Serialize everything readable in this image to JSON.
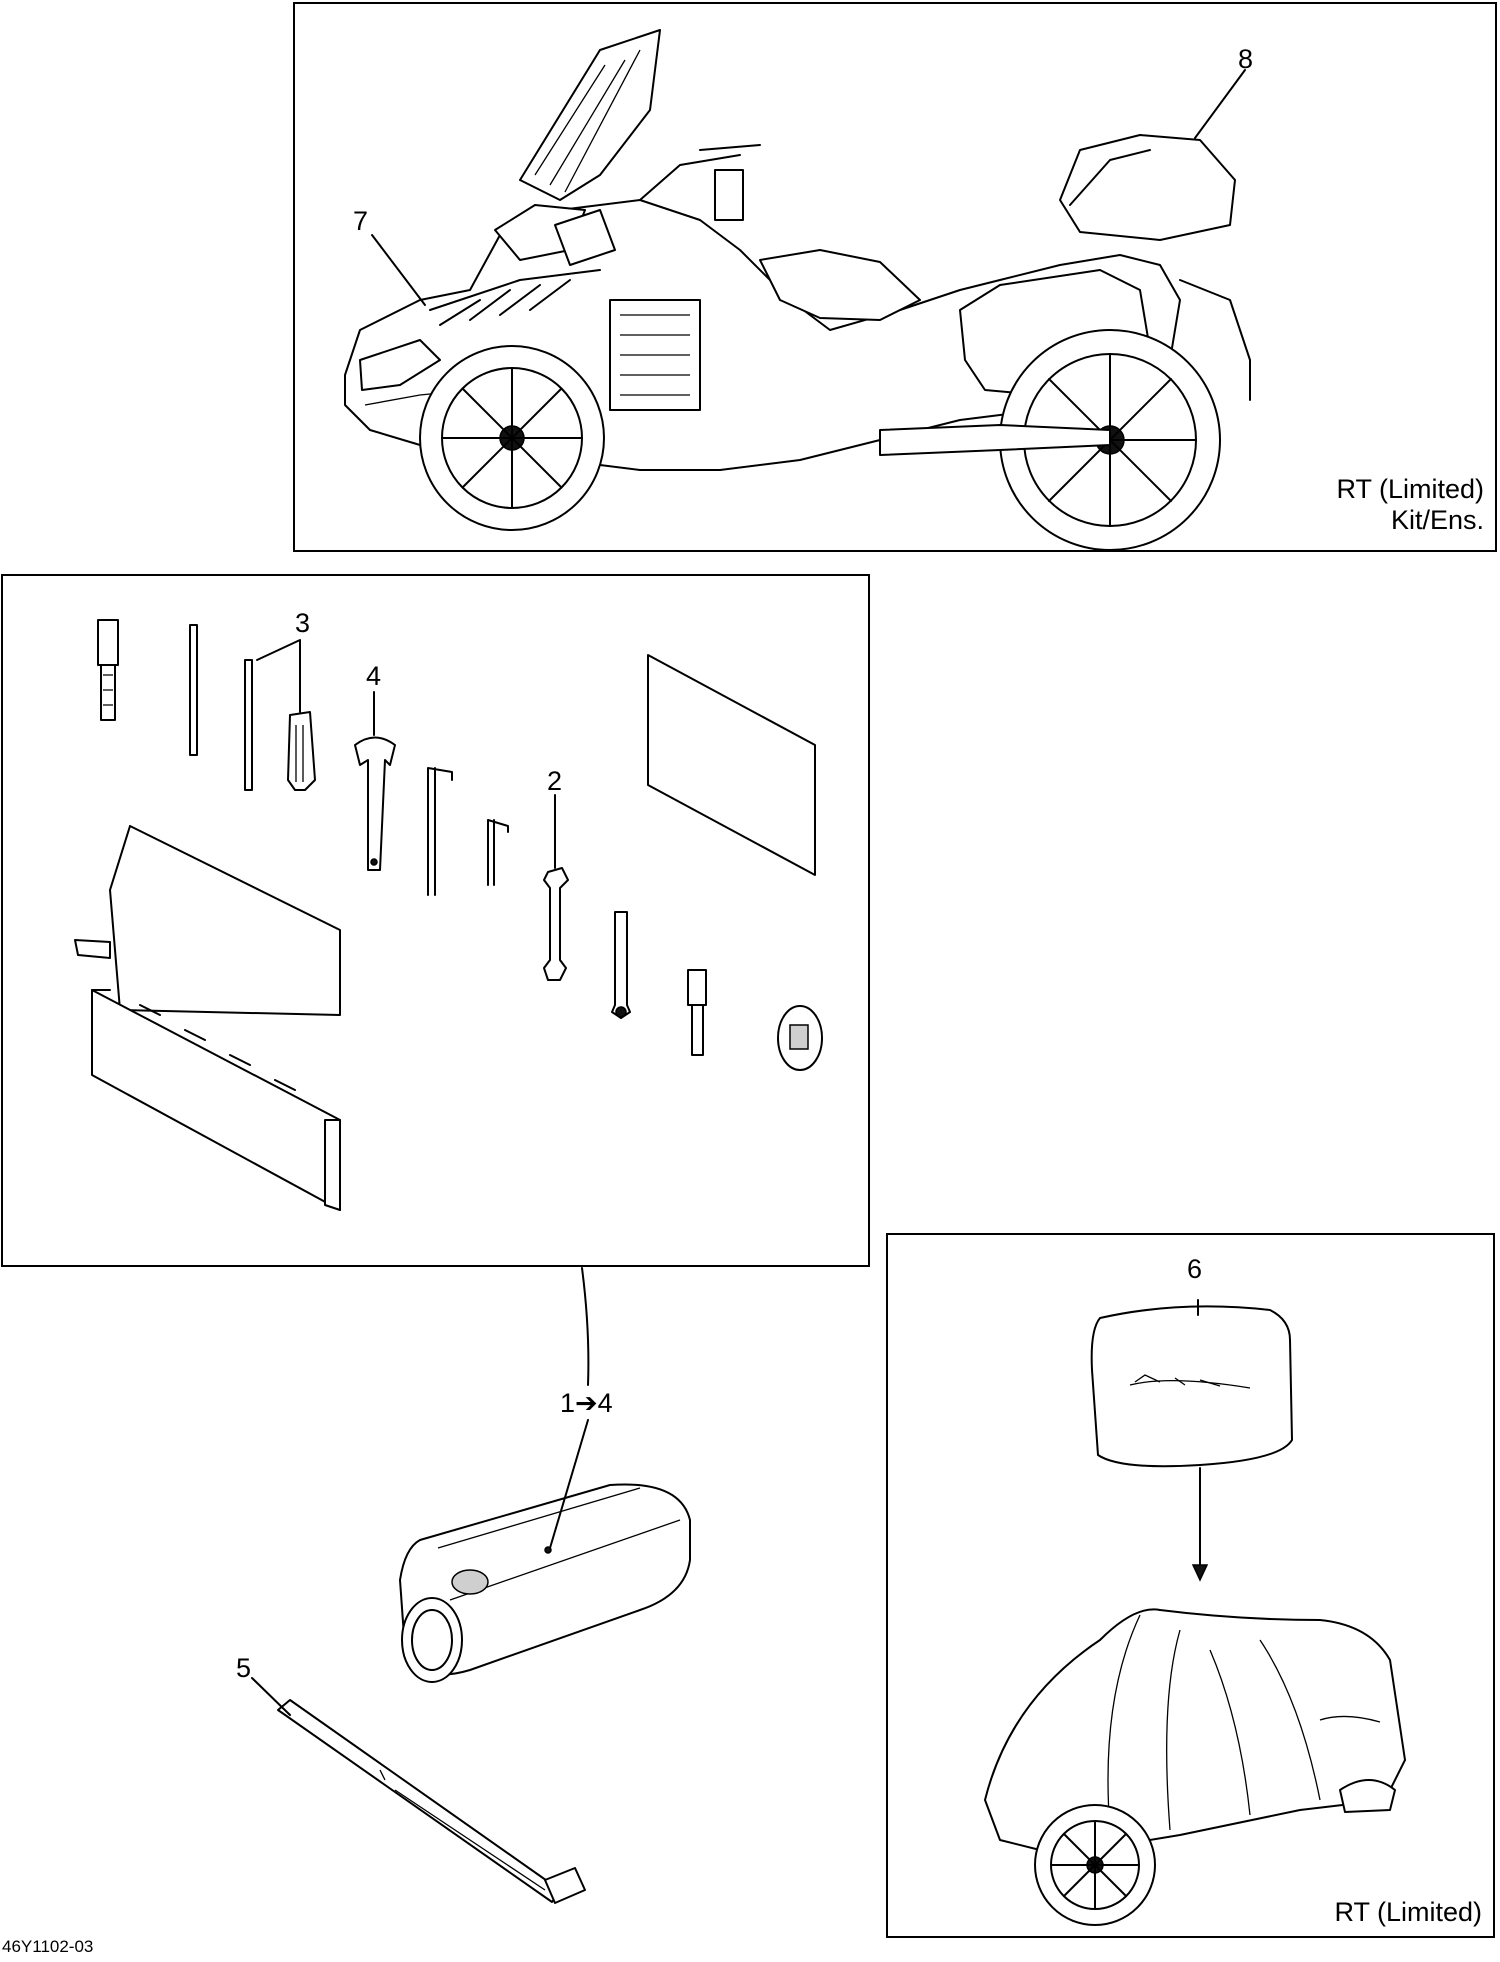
{
  "callouts": {
    "c1_4": "1➔4",
    "c2": "2",
    "c3": "3",
    "c4": "4",
    "c5": "5",
    "c6": "6",
    "c7": "7",
    "c8": "8"
  },
  "captions": {
    "vehicle_panel_line1": "RT (Limited)",
    "vehicle_panel_line2": "Kit/Ens.",
    "cover_panel": "RT (Limited)"
  },
  "document_id": "46Y1102-03",
  "icons": [
    "motorcycle-illustration",
    "tool-kit-illustration",
    "tool-bag-illustration",
    "strap-illustration",
    "cover-bag-illustration",
    "vehicle-cover-illustration"
  ]
}
